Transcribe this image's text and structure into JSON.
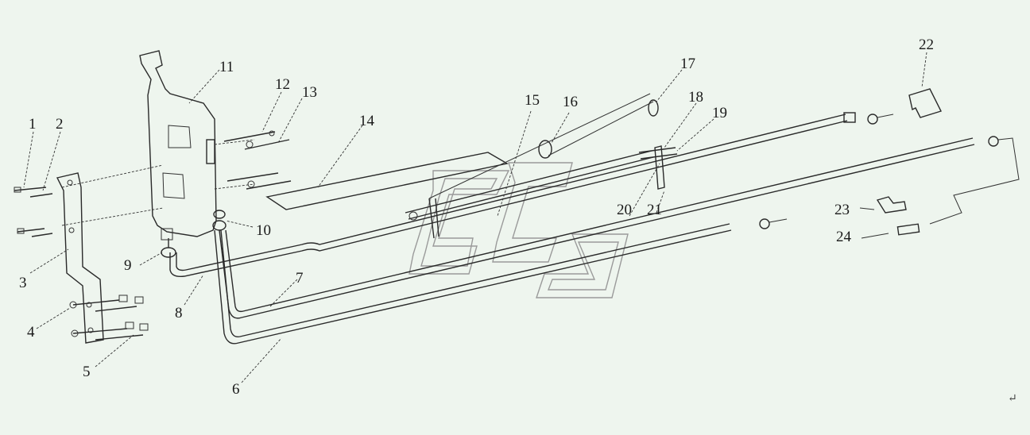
{
  "callouts": [
    "1",
    "2",
    "3",
    "4",
    "5",
    "6",
    "7",
    "8",
    "9",
    "10",
    "11",
    "12",
    "13",
    "14",
    "15",
    "16",
    "17",
    "18",
    "19",
    "20",
    "21",
    "22",
    "23",
    "24"
  ],
  "return_mark": "↵"
}
